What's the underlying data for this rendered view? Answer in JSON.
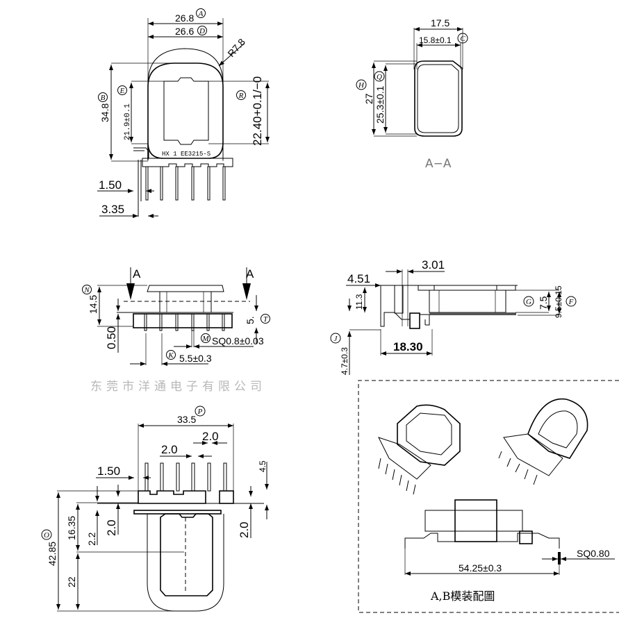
{
  "top_view": {
    "dim_26_8": "26.8",
    "ref_a": "A",
    "dim_26_6": "26.6",
    "ref_d": "D",
    "radius": "R7.8",
    "dim_34_8": "34.8",
    "ref_b": "B",
    "dim_21_9": "21.9±0.1",
    "ref_e": "E",
    "dim_22_40": "22.40+0.1/−0",
    "ref_r": "R",
    "marking": "HX 1 EE3215-S",
    "dim_1_50": "1.50",
    "dim_3_35": "3.35"
  },
  "section_aa": {
    "dim_17_5": "17.5",
    "dim_15_8": "15.8±0.1",
    "ref_c": "C",
    "dim_27": "27",
    "ref_h": "H",
    "dim_25_3": "25.3±0.1",
    "ref_q": "Q",
    "title": "A−A"
  },
  "front_view": {
    "section_mark": "A",
    "dim_14_5": "14.5",
    "ref_n": "N",
    "dim_0_50": "0.50",
    "dim_5": "5.",
    "ref_t": "T",
    "dim_sq": "SQ0.8±0.03",
    "ref_m": "M",
    "dim_5_5": "5.5±0.3",
    "ref_k": "K",
    "watermark": "东莞市洋通电子有限公司"
  },
  "side_view": {
    "dim_3_01": "3.01",
    "dim_4_51": "4.51",
    "dim_11_3": "11.3",
    "dim_4_7": "4.7±0.3",
    "ref_j": "J",
    "dim_18_30": "18.30",
    "dim_7_5": "7.5",
    "ref_g": "G",
    "dim_9_5": "9.5±0.15",
    "ref_f": "F"
  },
  "bottom_view": {
    "dim_33_5": "33.5",
    "ref_p": "P",
    "dim_2_0_a": "2.0",
    "dim_2_0_b": "2.0",
    "dim_1_50": "1.50",
    "dim_4_5": "4.5",
    "dim_42_85": "42.85",
    "ref_o": "O",
    "dim_16_35": "16.35",
    "dim_2_2": "2.2",
    "dim_2_0_c": "2.0",
    "dim_2_0_d": "2.0",
    "dim_22": "22"
  },
  "assembly": {
    "dim_54_25": "54.25±0.3",
    "dim_sq080": "SQ0.80",
    "caption": "A,B模装配圖"
  }
}
